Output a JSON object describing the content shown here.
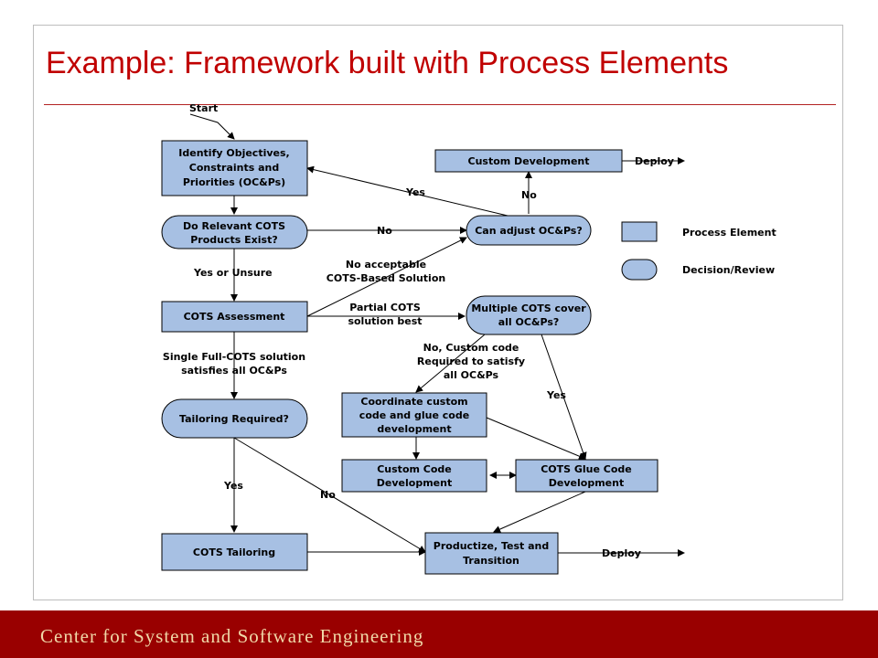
{
  "slide": {
    "title": "Example: Framework built with Process Elements",
    "footer": "Center for System and Software Engineering"
  },
  "colors": {
    "title_red": "#c00000",
    "footer_bg": "#990000",
    "footer_text": "#f0d8a8",
    "element_fill": "#a7c0e3"
  },
  "nodes": {
    "identify": [
      "Identify Objectives,",
      "Constraints and",
      "Priorities (OC&Ps)"
    ],
    "relevant": [
      "Do Relevant COTS",
      "Products Exist?"
    ],
    "custom_dev": [
      "Custom Development"
    ],
    "can_adjust": [
      "Can adjust OC&Ps?"
    ],
    "assessment": [
      "COTS Assessment"
    ],
    "multiple": [
      "Multiple COTS cover",
      "all OC&Ps?"
    ],
    "tailoring_req": [
      "Tailoring Required?"
    ],
    "coordinate": [
      "Coordinate custom",
      "code and glue code",
      "development"
    ],
    "custom_code": [
      "Custom Code",
      "Development"
    ],
    "glue_code": [
      "COTS Glue Code",
      "Development"
    ],
    "cots_tailoring": [
      "COTS Tailoring"
    ],
    "productize": [
      "Productize, Test and",
      "Transition"
    ]
  },
  "labels": {
    "start": "Start",
    "deploy_top": "Deploy",
    "yes_identify": "Yes",
    "no_custom": "No",
    "no_relevant": "No",
    "no_acceptable": [
      "No acceptable",
      "COTS-Based Solution"
    ],
    "yes_or_unsure": "Yes or Unsure",
    "partial": [
      "Partial COTS",
      "solution best"
    ],
    "no_custom_code": [
      "No, Custom code",
      "Required to satisfy",
      "all OC&Ps"
    ],
    "yes_multiple": "Yes",
    "single_full": [
      "Single Full-COTS solution",
      "satisfies all OC&Ps"
    ],
    "yes_tailoring": "Yes",
    "no_tailoring": "No",
    "deploy_bottom": "Deploy"
  },
  "legend": {
    "process": "Process Element",
    "decision": "Decision/Review"
  }
}
